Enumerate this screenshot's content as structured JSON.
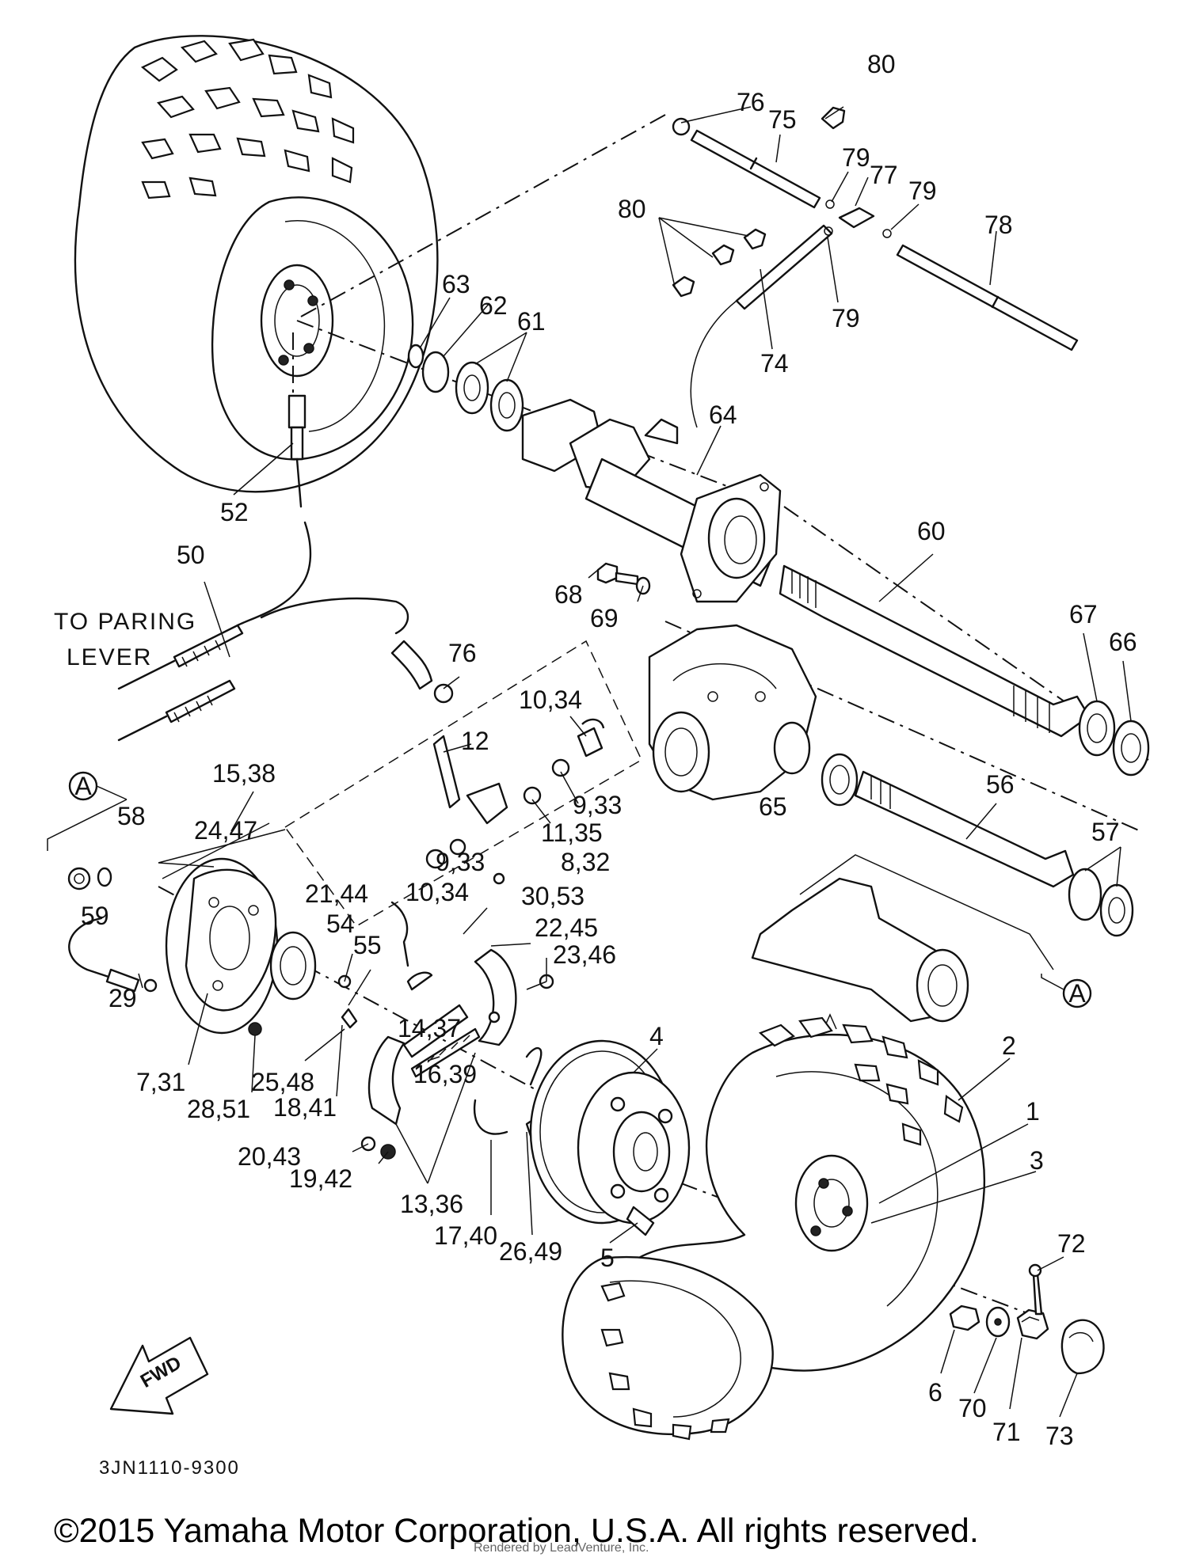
{
  "diagram": {
    "code": "3JN1110-9300",
    "copyright": "©2015 Yamaha Motor Corporation, U.S.A. All rights reserved.",
    "watermark": "Rendered by LeadVenture, Inc.",
    "cable_label_line1": "TO PARING",
    "cable_label_line2": "LEVER",
    "fwd_label": "FWD",
    "ref_marker": "A",
    "callouts": [
      "80",
      "76",
      "75",
      "79",
      "77",
      "79",
      "80",
      "78",
      "79",
      "74",
      "63",
      "62",
      "61",
      "64",
      "52",
      "50",
      "60",
      "68",
      "69",
      "67",
      "66",
      "76",
      "10,34",
      "12",
      "9,33",
      "11,35",
      "56",
      "65",
      "15,38",
      "58",
      "24,47",
      "9,33",
      "8,32",
      "57",
      "10,34",
      "30,53",
      "21,44",
      "22,45",
      "23,46",
      "54",
      "55",
      "59",
      "29",
      "14,37",
      "7,31",
      "25,48",
      "28,51",
      "18,41",
      "16,39",
      "4",
      "2",
      "1",
      "3",
      "20,43",
      "19,42",
      "13,36",
      "17,40",
      "26,49",
      "5",
      "72",
      "6",
      "70",
      "71",
      "73"
    ]
  }
}
